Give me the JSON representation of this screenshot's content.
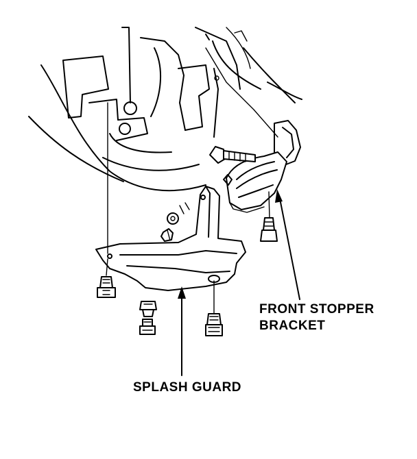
{
  "labels": {
    "front_stopper_bracket_line1": "FRONT STOPPER",
    "front_stopper_bracket_line2": "BRACKET",
    "splash_guard": "SPLASH GUARD"
  }
}
